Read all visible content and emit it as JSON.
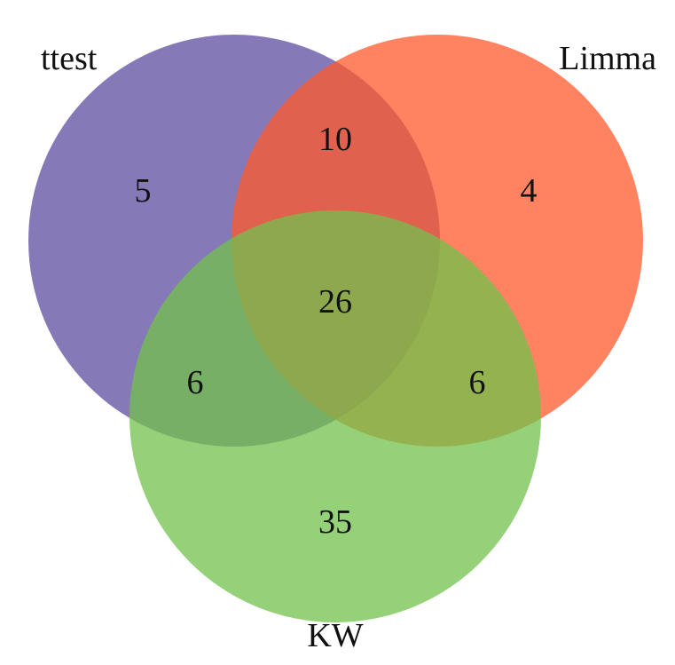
{
  "venn": {
    "sets": [
      {
        "id": "ttest",
        "label": "ttest",
        "color": "#5e4c9f"
      },
      {
        "id": "limma",
        "label": "Limma",
        "color": "#ff5a2c"
      },
      {
        "id": "kw",
        "label": "KW",
        "color": "#72c24c"
      }
    ],
    "regions": {
      "ttest_only": "5",
      "limma_only": "4",
      "kw_only": "35",
      "ttest_limma": "10",
      "ttest_kw": "6",
      "limma_kw": "6",
      "all_three": "26"
    }
  }
}
